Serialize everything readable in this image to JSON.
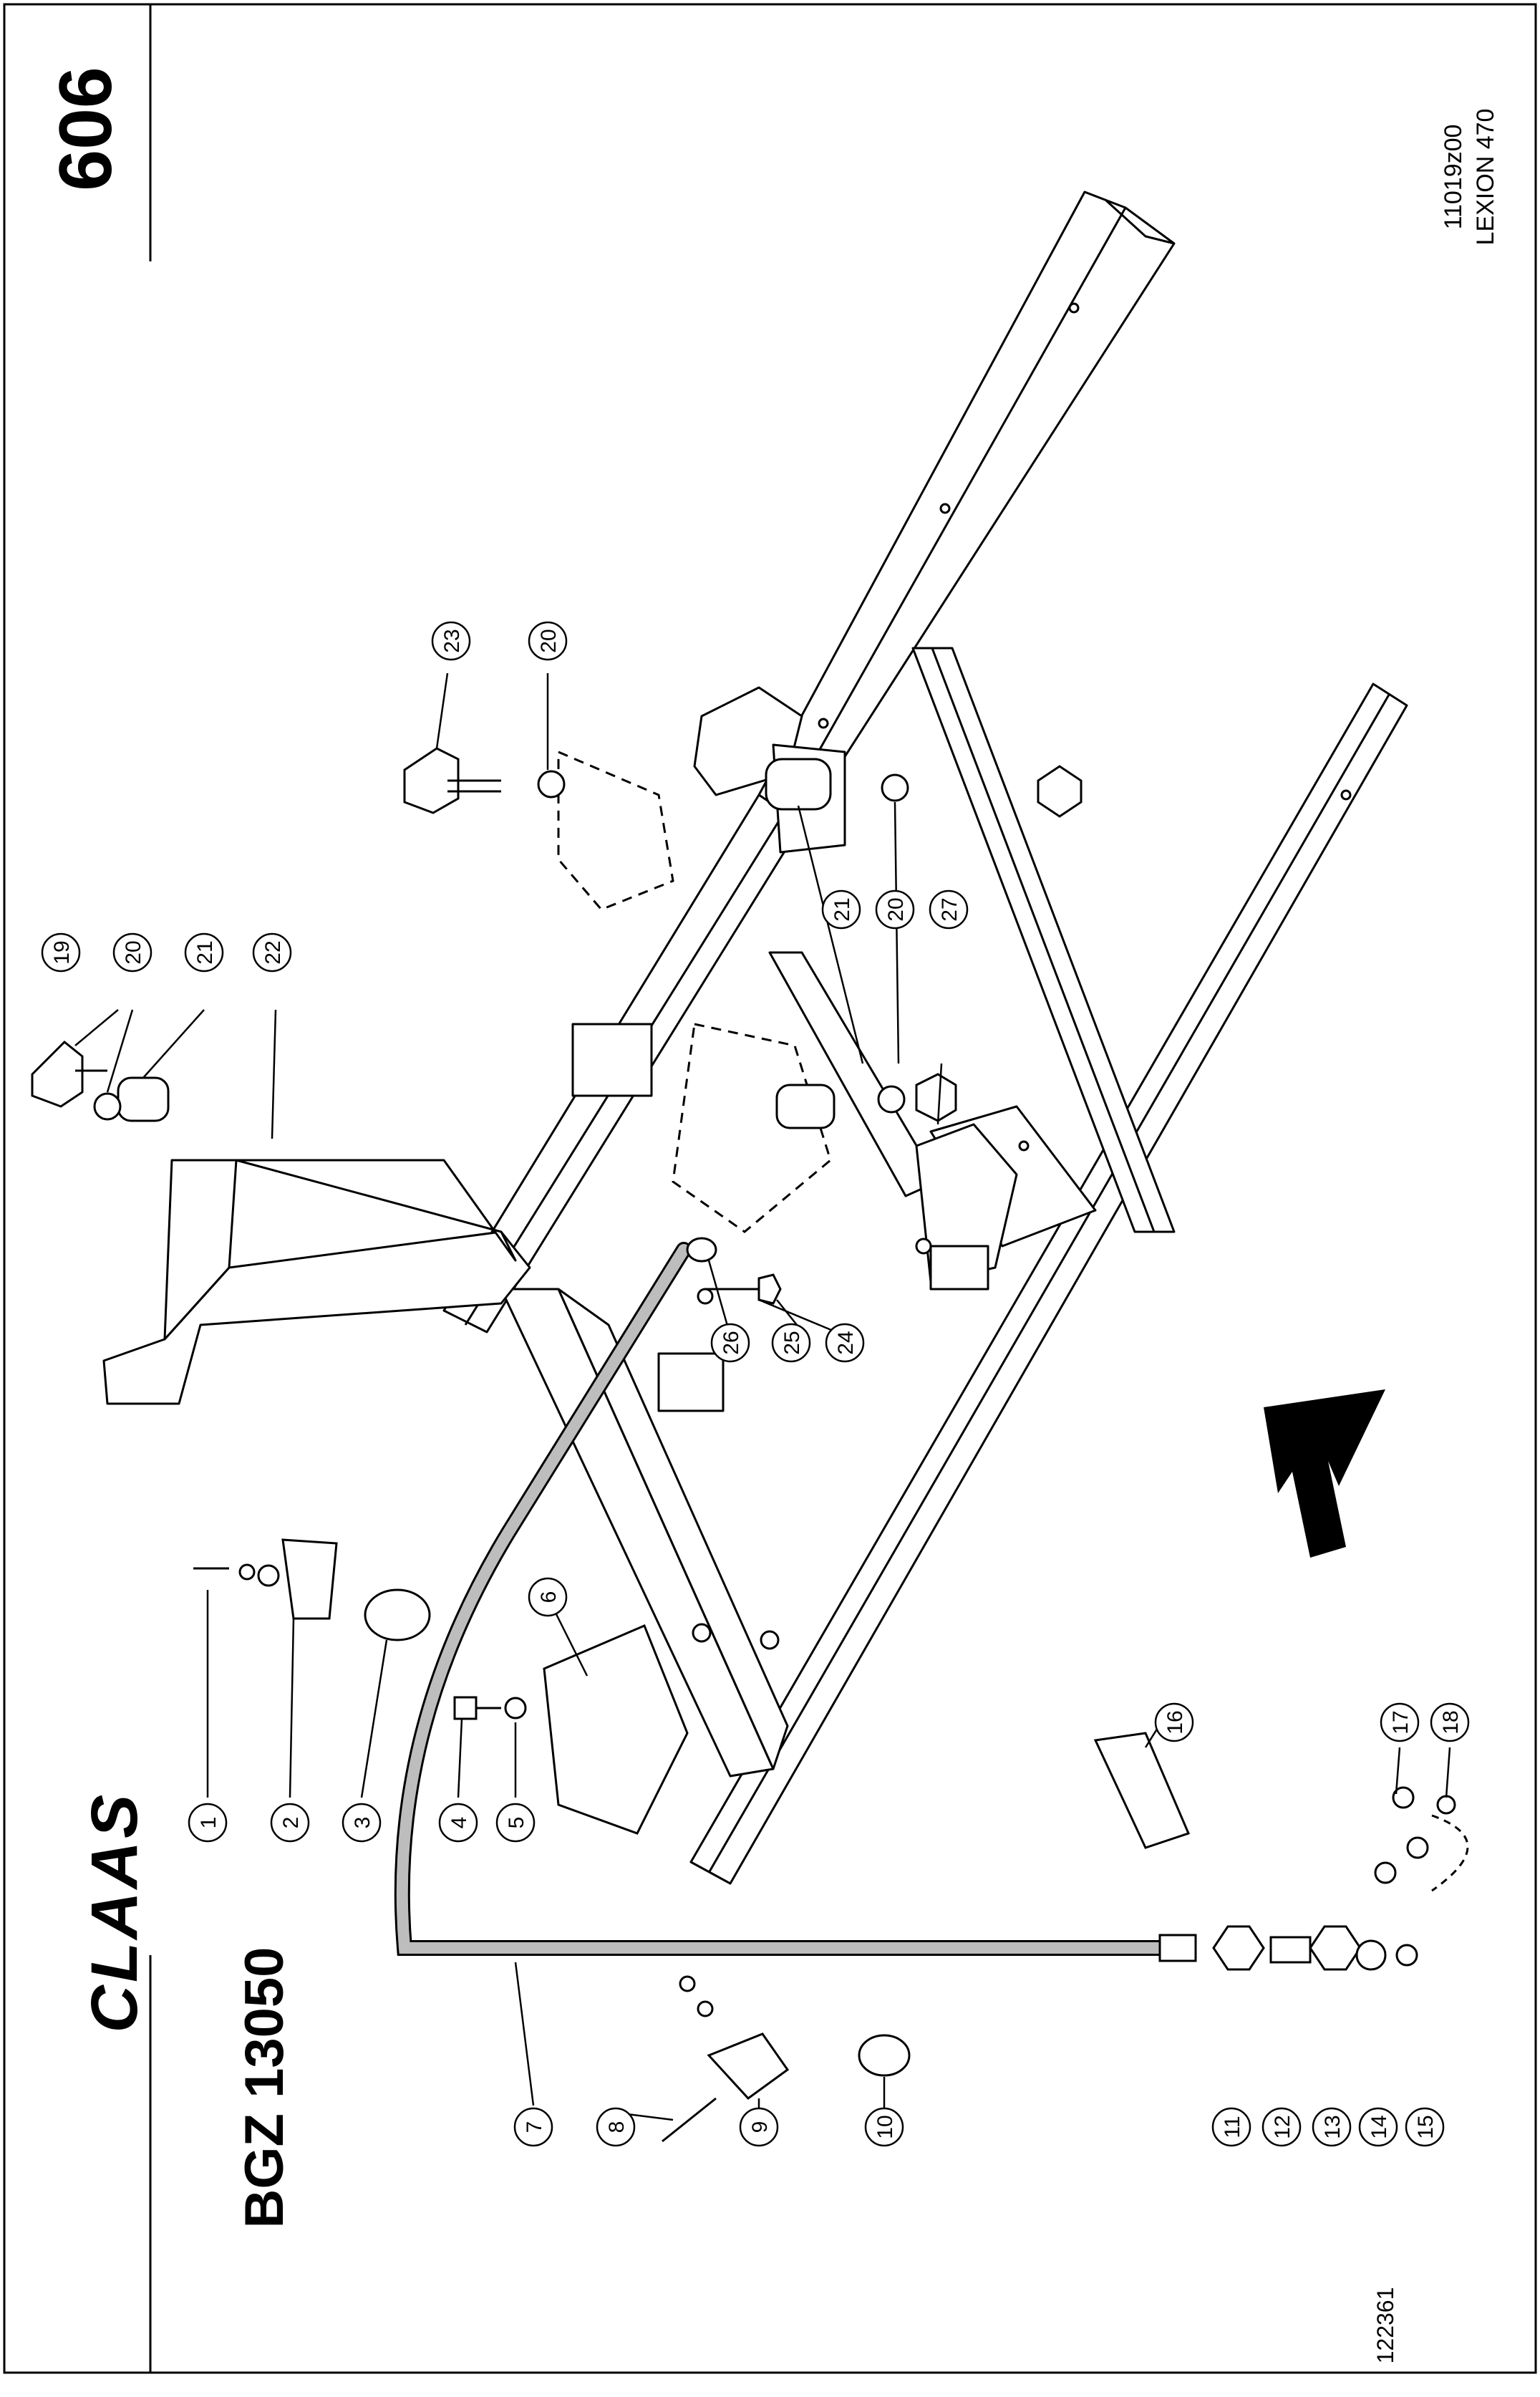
{
  "header": {
    "logo": "CLAAS",
    "group_code": "BGZ 13050",
    "page_number": "606",
    "illustration_code": "11019z00",
    "model": "LEXION 470",
    "drawing_number": "122361"
  },
  "callouts": [
    "1",
    "2",
    "3",
    "4",
    "5",
    "6",
    "7",
    "8",
    "9",
    "10",
    "11",
    "12",
    "13",
    "14",
    "15",
    "16",
    "17",
    "18",
    "19",
    "20",
    "21",
    "22",
    "23",
    "24",
    "25",
    "26",
    "27"
  ]
}
